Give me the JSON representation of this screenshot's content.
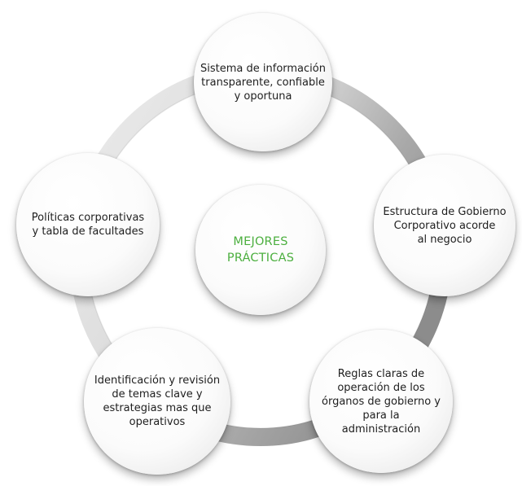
{
  "diagram": {
    "center": {
      "label": "MEJORES\nPRÁCTICAS",
      "color": "#4caf3f"
    },
    "ring_color_light": "#e2e2e2",
    "ring_color_dark": "#9a9a9a",
    "nodes": [
      {
        "label": "Sistema de información\ntransparente, confiable\ny oportuna"
      },
      {
        "label": "Estructura de Gobierno\nCorporativo acorde\nal negocio"
      },
      {
        "label": "Reglas claras de\noperación de los\nórganos de gobierno y\npara la\nadministración"
      },
      {
        "label": "Identificación y revisión\nde temas clave y\nestrategias mas que\noperativos"
      },
      {
        "label": "Políticas corporativas\ny tabla de facultades"
      }
    ]
  }
}
